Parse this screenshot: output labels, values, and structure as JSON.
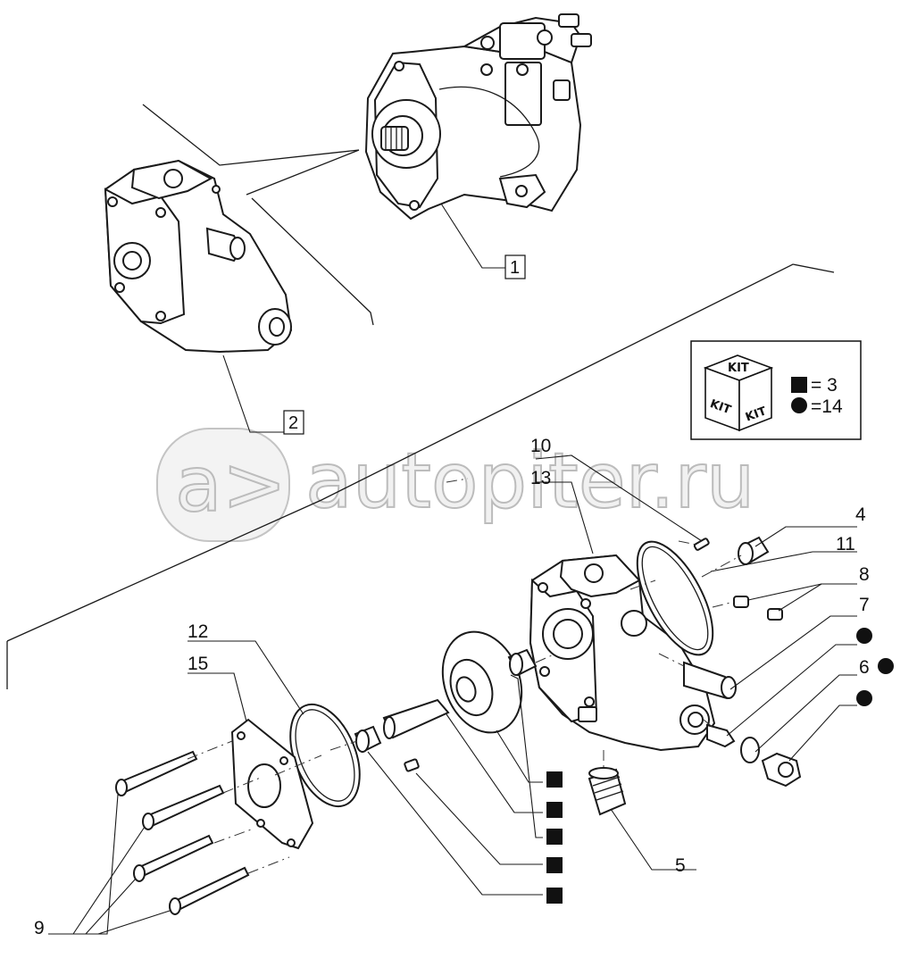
{
  "watermark": {
    "text": "autopiter.ru",
    "logo_text": "a>"
  },
  "legend": {
    "kit_faces": [
      "KIT",
      "KIT",
      "KIT"
    ],
    "square_text": "= 3",
    "circle_text": "=14",
    "square_color": "#111111",
    "circle_color": "#111111"
  },
  "callouts": {
    "p1": "1",
    "p2": "2",
    "p4": "4",
    "p5": "5",
    "p6": "6",
    "p7": "7",
    "p8": "8",
    "p9": "9",
    "p10": "10",
    "p11": "11",
    "p12": "12",
    "p13": "13",
    "p15": "15"
  },
  "markers": {
    "squares_count": 5,
    "circles_count": 3
  }
}
